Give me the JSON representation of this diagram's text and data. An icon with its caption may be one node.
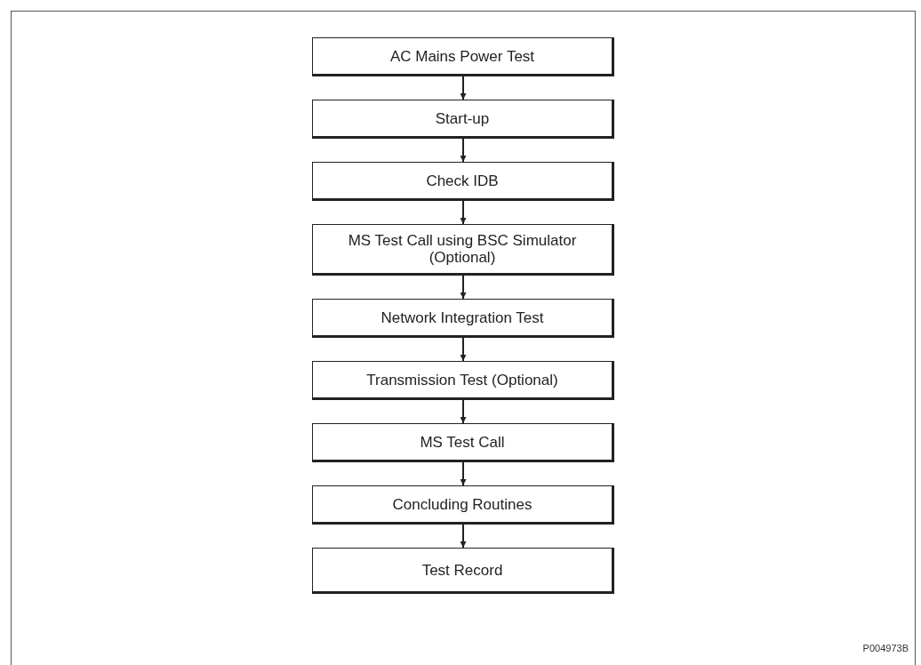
{
  "diagram": {
    "nodes": [
      {
        "text": [
          "AC Mains Power Test"
        ]
      },
      {
        "text": [
          "Start-up"
        ]
      },
      {
        "text": [
          "Check IDB"
        ]
      },
      {
        "text": [
          "MS Test Call using BSC Simulator (Optional)"
        ]
      },
      {
        "text": [
          "Network Integration Test"
        ]
      },
      {
        "text": [
          "Transmission Test (Optional)"
        ]
      },
      {
        "text": [
          "MS Test Call"
        ]
      },
      {
        "text": [
          "Concluding Routines"
        ]
      },
      {
        "text": [
          "Test Record"
        ]
      }
    ],
    "edges": [
      {
        "from": 0,
        "to": 1,
        "arrow": "to"
      },
      {
        "from": 1,
        "to": 2,
        "arrow": "to"
      },
      {
        "from": 2,
        "to": 3,
        "arrow": "to"
      },
      {
        "from": 3,
        "to": 4,
        "arrow": "to"
      },
      {
        "from": 4,
        "to": 5,
        "arrow": "to"
      },
      {
        "from": 5,
        "to": 6,
        "arrow": "to"
      },
      {
        "from": 6,
        "to": 7,
        "arrow": "to"
      },
      {
        "from": 7,
        "to": 8,
        "arrow": "to"
      }
    ],
    "labels": [
      "P004973B"
    ]
  }
}
